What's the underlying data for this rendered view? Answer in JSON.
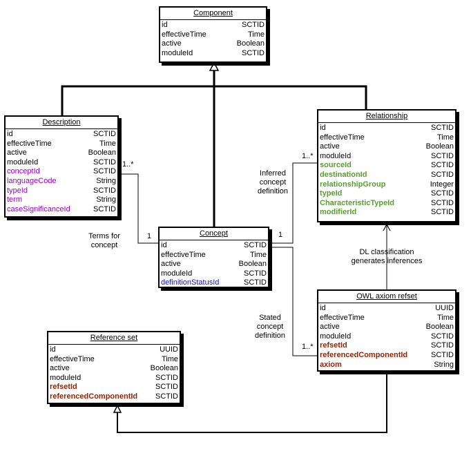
{
  "classes": {
    "component": {
      "title": "Component",
      "attrs": [
        {
          "name": "id",
          "type": "SCTID",
          "style": ""
        },
        {
          "name": "effectiveTime",
          "type": "Time",
          "style": ""
        },
        {
          "name": "active",
          "type": "Boolean",
          "style": ""
        },
        {
          "name": "moduleId",
          "type": "SCTID",
          "style": ""
        }
      ]
    },
    "description": {
      "title": "Description",
      "attrs": [
        {
          "name": "id",
          "type": "SCTID",
          "style": ""
        },
        {
          "name": "effectiveTime",
          "type": "Time",
          "style": ""
        },
        {
          "name": "active",
          "type": "Boolean",
          "style": ""
        },
        {
          "name": "moduleId",
          "type": "SCTID",
          "style": ""
        },
        {
          "name": "conceptId",
          "type": "SCTID",
          "style": "purple"
        },
        {
          "name": "languageCode",
          "type": "String",
          "style": "purple"
        },
        {
          "name": "typeId",
          "type": "SCTID",
          "style": "purple"
        },
        {
          "name": "term",
          "type": "String",
          "style": "purple"
        },
        {
          "name": "caseSignificanceId",
          "type": "SCTID",
          "style": "purple"
        }
      ]
    },
    "relationship": {
      "title": "Relationship",
      "attrs": [
        {
          "name": "id",
          "type": "SCTID",
          "style": ""
        },
        {
          "name": "effectiveTime",
          "type": "Time",
          "style": ""
        },
        {
          "name": "active",
          "type": "Boolean",
          "style": ""
        },
        {
          "name": "moduleId",
          "type": "SCTID",
          "style": ""
        },
        {
          "name": "sourceId",
          "type": "SCTID",
          "style": "green"
        },
        {
          "name": "destinationId",
          "type": "SCTID",
          "style": "green"
        },
        {
          "name": "relationshipGroup",
          "type": "Integer",
          "style": "green"
        },
        {
          "name": "typeId",
          "type": "SCTID",
          "style": "green"
        },
        {
          "name": "CharacteristicTypeId",
          "type": "SCTID",
          "style": "green"
        },
        {
          "name": "modifierId",
          "type": "SCTID",
          "style": "green"
        }
      ]
    },
    "concept": {
      "title": "Concept",
      "attrs": [
        {
          "name": "id",
          "type": "SCTID",
          "style": ""
        },
        {
          "name": "effectiveTime",
          "type": "Time",
          "style": ""
        },
        {
          "name": "active",
          "type": "Boolean",
          "style": ""
        },
        {
          "name": "moduleId",
          "type": "SCTID",
          "style": ""
        },
        {
          "name": "definitionStatusId",
          "type": "SCTID",
          "style": "blue"
        }
      ]
    },
    "owl": {
      "title": "OWL axiom refset",
      "attrs": [
        {
          "name": "id",
          "type": "UUID",
          "style": ""
        },
        {
          "name": "effectiveTime",
          "type": "Time",
          "style": ""
        },
        {
          "name": "active",
          "type": "Boolean",
          "style": ""
        },
        {
          "name": "moduleId",
          "type": "SCTID",
          "style": ""
        },
        {
          "name": "refsetId",
          "type": "SCTID",
          "style": "red"
        },
        {
          "name": "referencedComponentId",
          "type": "SCTID",
          "style": "red"
        },
        {
          "name": "axiom",
          "type": "String",
          "style": "red"
        }
      ]
    },
    "refset": {
      "title": "Reference set",
      "attrs": [
        {
          "name": "id",
          "type": "UUID",
          "style": ""
        },
        {
          "name": "effectiveTime",
          "type": "Time",
          "style": ""
        },
        {
          "name": "active",
          "type": "Boolean",
          "style": ""
        },
        {
          "name": "moduleId",
          "type": "SCTID",
          "style": ""
        },
        {
          "name": "refsetId",
          "type": "SCTID",
          "style": "red"
        },
        {
          "name": "referencedComponentId",
          "type": "SCTID",
          "style": "red"
        }
      ]
    }
  },
  "labels": {
    "terms_for_concept": [
      "Terms for",
      "concept"
    ],
    "inferred": [
      "Inferred",
      "concept",
      "definition"
    ],
    "stated": [
      "Stated",
      "concept",
      "definition"
    ],
    "dl": [
      "DL classification",
      "generates inferences"
    ],
    "mult_desc": "1..*",
    "mult_desc_concept": "1",
    "mult_rel": "1..*",
    "mult_rel_concept": "1",
    "mult_owl": "1..*"
  },
  "colors": {
    "purple": "#9900cc",
    "blue": "#1010cc",
    "green": "#5a9e32",
    "red": "#992200"
  }
}
